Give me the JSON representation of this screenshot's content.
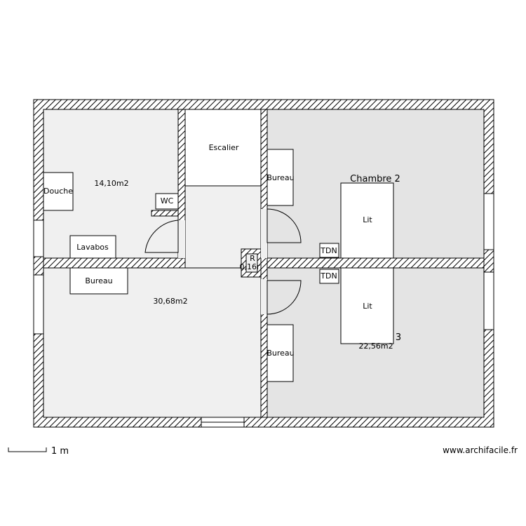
{
  "plan": {
    "rooms": {
      "salle_de_bain": {
        "area": "14,10m2"
      },
      "sejour": {
        "area": "30,68m2"
      },
      "chambre_2": {
        "name": "Chambre 2"
      },
      "chambre_3": {
        "name_fragment": "3",
        "area": "22,56m2"
      },
      "reduit": {
        "name": "R",
        "area": "0,16r"
      }
    },
    "furniture": {
      "douche": "Douche",
      "wc": "WC",
      "lavabos": "Lavabos",
      "bureau_left": "Bureau",
      "escalier": "Escalier",
      "bureau_upper": "Bureau",
      "bureau_lower": "Bureau",
      "lit_upper": "Lit",
      "lit_lower": "Lit",
      "tdn_upper": "TDN",
      "tdn_lower": "TDN"
    },
    "colors": {
      "wall_hatch": "#000000",
      "bedroom_floor": "#e4e4e4",
      "living_floor": "#f0f0f0",
      "bath_floor": "#f0f0f0"
    }
  },
  "scale": {
    "label": "1 m"
  },
  "watermark": {
    "text": "www.archifacile.fr"
  }
}
